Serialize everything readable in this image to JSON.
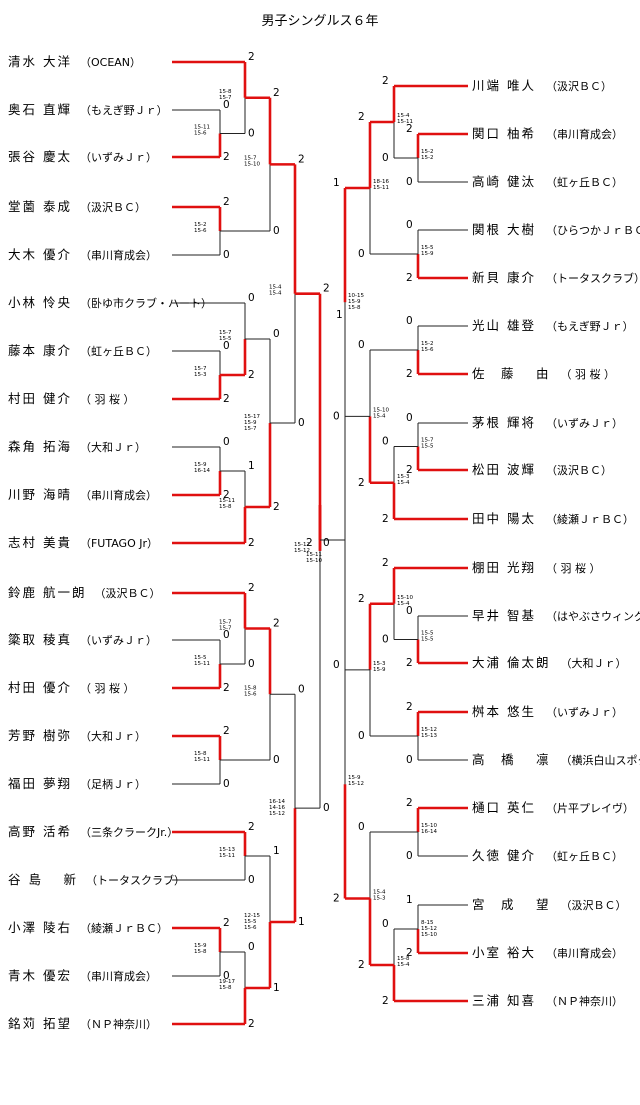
{
  "title": "男子シングルス６年",
  "left_players": [
    {
      "name": "清水 大洋",
      "team": "（OCEAN）"
    },
    {
      "name": "奥石 直輝",
      "team": "（もえぎ野Ｊｒ）"
    },
    {
      "name": "張谷 慶太",
      "team": "（いずみＪｒ）"
    },
    {
      "name": "堂薗 泰成",
      "team": "（汲沢ＢＣ）"
    },
    {
      "name": "大木 優介",
      "team": "（串川育成会）"
    },
    {
      "name": "小林 怜央",
      "team": "（卧ゆ市クラブ・ハート）"
    },
    {
      "name": "藤本 康介",
      "team": "（虹ヶ丘ＢＣ）"
    },
    {
      "name": "村田 健介",
      "team": "（ 羽 桜 ）"
    },
    {
      "name": "森角 拓海",
      "team": "（大和Ｊｒ）"
    },
    {
      "name": "川野 海晴",
      "team": "（串川育成会）"
    },
    {
      "name": "志村 美貴",
      "team": "（FUTAGO Jr）"
    },
    {
      "name": "鈴鹿 航一朗",
      "team": "（汲沢ＢＣ）"
    },
    {
      "name": "簗取 稜真",
      "team": "（いずみＪｒ）"
    },
    {
      "name": "村田 優介",
      "team": "（ 羽 桜 ）"
    },
    {
      "name": "芳野 樹弥",
      "team": "（大和Ｊｒ）"
    },
    {
      "name": "福田 夢翔",
      "team": "（足柄Ｊｒ）"
    },
    {
      "name": "高野 活希",
      "team": "（三条クラークJr.）"
    },
    {
      "name": "谷 島　 新",
      "team": "（トータスクラブ）"
    },
    {
      "name": "小澤 陵右",
      "team": "（綾瀬ＪｒＢＣ）"
    },
    {
      "name": "青木 優宏",
      "team": "（串川育成会）"
    },
    {
      "name": "銘苅 拓望",
      "team": "（ＮＰ神奈川）"
    }
  ],
  "right_players": [
    {
      "name": "川端 唯人",
      "team": "（汲沢ＢＣ）"
    },
    {
      "name": "関口 柚希",
      "team": "（串川育成会）"
    },
    {
      "name": "高崎 健汰",
      "team": "（虹ヶ丘ＢＣ）"
    },
    {
      "name": "関根 大樹",
      "team": "（ひらつかＪｒＢＣ）"
    },
    {
      "name": "新貝 康介",
      "team": "（トータスクラブ）"
    },
    {
      "name": "光山 雄登",
      "team": "（もえぎ野Ｊｒ）"
    },
    {
      "name": "佐　藤　 由",
      "team": "（ 羽 桜 ）"
    },
    {
      "name": "茅根 輝将",
      "team": "（いずみＪｒ）"
    },
    {
      "name": "松田 波輝",
      "team": "（汲沢ＢＣ）"
    },
    {
      "name": "田中 陽太",
      "team": "（綾瀬ＪｒＢＣ）"
    },
    {
      "name": "棚田 光翔",
      "team": "（ 羽 桜 ）"
    },
    {
      "name": "早井 智基",
      "team": "（はやぶさウィングス）"
    },
    {
      "name": "大浦 倫太朗",
      "team": "（大和Ｊｒ）"
    },
    {
      "name": "桝本 悠生",
      "team": "（いずみＪｒ）"
    },
    {
      "name": "高　橋　 凛",
      "team": "（横浜白山スポタ）"
    },
    {
      "name": "樋口 英仁",
      "team": "（片平プレイヴ）"
    },
    {
      "name": "久徳 健介",
      "team": "（虹ヶ丘ＢＣ）"
    },
    {
      "name": "宮　成　 望",
      "team": "（汲沢ＢＣ）"
    },
    {
      "name": "小室 裕大",
      "team": "（串川育成会）"
    },
    {
      "name": "三浦 知喜",
      "team": "（ＮＰ神奈川）"
    }
  ],
  "left_matches": [
    {
      "winner_side": "top",
      "top_result": "2",
      "bottom_result": "0",
      "games": [
        "15-8",
        "15-7"
      ]
    },
    {
      "winner_side": "bottom",
      "top_result": "0",
      "bottom_result": "2",
      "games": [
        "15-11",
        "15-6"
      ]
    },
    {
      "winner_side": "top",
      "top_result": "2",
      "bottom_result": "0",
      "games": [
        "15-7",
        "15-10"
      ]
    },
    {
      "winner_side": "top",
      "top_result": "2",
      "bottom_result": "0",
      "games": [
        "15-2",
        "15-6"
      ]
    },
    {
      "winner_side": "top",
      "top_result": "2",
      "bottom_result": "0",
      "games": [
        "15-4",
        "15-4"
      ]
    },
    {
      "winner_side": "bottom",
      "top_result": "0",
      "bottom_result": "2",
      "games": [
        "15-7",
        "15-5"
      ]
    },
    {
      "winner_side": "bottom",
      "top_result": "0",
      "bottom_result": "2",
      "games": [
        "15-7",
        "15-3"
      ]
    },
    {
      "winner_side": "bottom",
      "top_result": "0",
      "bottom_result": "2",
      "games": [
        "15-17",
        "15-9",
        "15-7"
      ]
    },
    {
      "winner_side": "bottom",
      "top_result": "0",
      "bottom_result": "2",
      "games": [
        "15-9",
        "16-14"
      ]
    },
    {
      "winner_side": "bottom",
      "top_result": "1",
      "bottom_result": "2",
      "games": [
        "15-11",
        "15-8"
      ]
    },
    {
      "winner_side": "top",
      "top_result": "2",
      "bottom_result": "0",
      "games": [
        "15-12",
        "15-12"
      ]
    },
    {
      "winner_side": "top",
      "top_result": "2",
      "bottom_result": "0",
      "games": [
        "15-7",
        "15-7"
      ]
    },
    {
      "winner_side": "bottom",
      "top_result": "0",
      "bottom_result": "2",
      "games": [
        "15-5",
        "15-11"
      ]
    },
    {
      "winner_side": "top",
      "top_result": "2",
      "bottom_result": "0",
      "games": [
        "15-8",
        "15-6"
      ]
    },
    {
      "winner_side": "top",
      "top_result": "2",
      "bottom_result": "0",
      "games": [
        "15-8",
        "15-11"
      ]
    },
    {
      "winner_side": "bottom",
      "top_result": "0",
      "bottom_result": "1",
      "games": [
        "16-14",
        "14-16",
        "15-12"
      ]
    },
    {
      "winner_side": "top",
      "top_result": "2",
      "bottom_result": "0",
      "games": [
        "15-13",
        "15-11"
      ]
    },
    {
      "winner_side": "top",
      "top_result": "2",
      "bottom_result": "0",
      "games": [
        "15-9",
        "15-8"
      ]
    },
    {
      "winner_side": "bottom",
      "top_result": "0",
      "bottom_result": "2",
      "games": [
        "19-17",
        "15-8"
      ]
    },
    {
      "winner_side": "bottom",
      "top_result": "1",
      "bottom_result": "1",
      "games": [
        "12-15",
        "15-5",
        "15-6"
      ]
    }
  ],
  "right_matches": [
    {
      "winner_side": "bottom",
      "top_result": "0",
      "bottom_result": "2",
      "games": [
        "15-5",
        "15-3"
      ]
    },
    {
      "winner_side": "top",
      "top_result": "2",
      "bottom_result": "0",
      "games": [
        "15-2",
        "15-2"
      ]
    },
    {
      "winner_side": "bottom",
      "top_result": "0",
      "bottom_result": "2",
      "games": [
        "15-5",
        "15-9"
      ]
    },
    {
      "winner_side": "top",
      "top_result": "2",
      "bottom_result": "0",
      "games": [
        "15-4",
        "15-11"
      ]
    },
    {
      "winner_side": "bottom",
      "top_result": "0",
      "bottom_result": "2",
      "games": [
        "15-2",
        "15-6"
      ]
    },
    {
      "winner_side": "bottom",
      "top_result": "0",
      "bottom_result": "2",
      "games": [
        "15-7",
        "15-5"
      ]
    },
    {
      "winner_side": "bottom",
      "top_result": "0",
      "bottom_result": "2",
      "games": [
        "15-3",
        "15-4"
      ]
    },
    {
      "winner_side": "bottom",
      "top_result": "0",
      "bottom_result": "2",
      "games": [
        "15-10",
        "15-4"
      ]
    },
    {
      "winner_side": "top",
      "top_result": "2",
      "bottom_result": "0",
      "games": [
        "18-16",
        "15-11"
      ]
    },
    {
      "winner_side": "bottom",
      "top_result": "0",
      "bottom_result": "2",
      "games": [
        "15-5",
        "15-5"
      ]
    },
    {
      "winner_side": "top",
      "top_result": "2",
      "bottom_result": "0",
      "games": [
        "15-10",
        "15-4"
      ]
    },
    {
      "winner_side": "top",
      "top_result": "2",
      "bottom_result": "0",
      "games": [
        "15-12",
        "15-13"
      ]
    },
    {
      "winner_side": "top",
      "top_result": "2",
      "bottom_result": "0",
      "games": [
        "15-3",
        "15-9"
      ]
    },
    {
      "winner_side": "top",
      "top_result": "2",
      "bottom_result": "0",
      "games": [
        "15-10",
        "16-14"
      ]
    },
    {
      "winner_side": "bottom",
      "top_result": "1",
      "bottom_result": "2",
      "games": [
        "8-15",
        "15-12",
        "15-10"
      ]
    },
    {
      "winner_side": "bottom",
      "top_result": "0",
      "bottom_result": "2",
      "games": [
        "15-8",
        "15-4"
      ]
    },
    {
      "winner_side": "bottom",
      "top_result": "0",
      "bottom_result": "2",
      "games": [
        "15-4",
        "15-3"
      ]
    },
    {
      "winner_side": "bottom",
      "top_result": "0",
      "bottom_result": "2",
      "games": [
        "15-9",
        "15-12"
      ]
    },
    {
      "winner_side": "top",
      "top_result": "1",
      "bottom_result": "0",
      "games": [
        "10-15",
        "15-9",
        "15-8"
      ]
    }
  ],
  "final": {
    "left_result": "2",
    "right_result": "0",
    "games": [
      "15-11",
      "15-10"
    ],
    "left_side_label": "1"
  }
}
